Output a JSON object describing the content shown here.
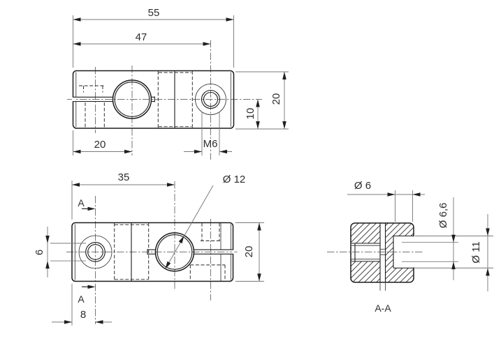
{
  "front_view": {
    "dim_total_width": "55",
    "dim_to_screw": "47",
    "dim_to_bore": "20",
    "thread_label": "M6",
    "dim_height": "20",
    "dim_screw_height": "10"
  },
  "plan_view": {
    "dim_to_bore": "35",
    "bore_label": "Ø 12",
    "dim_hole": "6",
    "dim_height": "20",
    "dim_hole_offset": "8",
    "section_letter": "A"
  },
  "section_view": {
    "label": "A-A",
    "dim_d6": "Ø 6",
    "dim_d66": "Ø 6,6",
    "dim_d11": "Ø 11"
  }
}
